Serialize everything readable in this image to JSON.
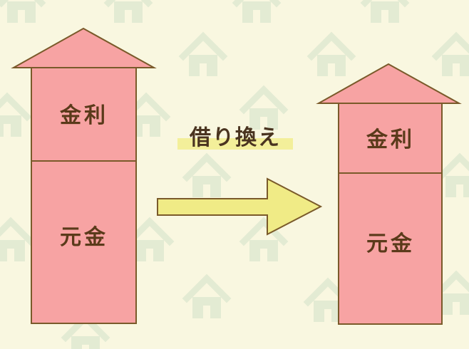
{
  "left_house": {
    "top_label": "金利",
    "bottom_label": "元金"
  },
  "right_house": {
    "top_label": "金利",
    "bottom_label": "元金"
  },
  "arrow_caption": "借り換え",
  "colors": {
    "background": "#f9f7e0",
    "house_fill": "#f7a3a3",
    "house_stroke": "#7a5a2a",
    "arrow_fill": "#f0eb86",
    "caption_highlight": "#f3ef9a",
    "pattern_house": "#e2ebd2",
    "text": "#5a3a1a"
  },
  "background_pattern": {
    "icon": "house-icon"
  }
}
